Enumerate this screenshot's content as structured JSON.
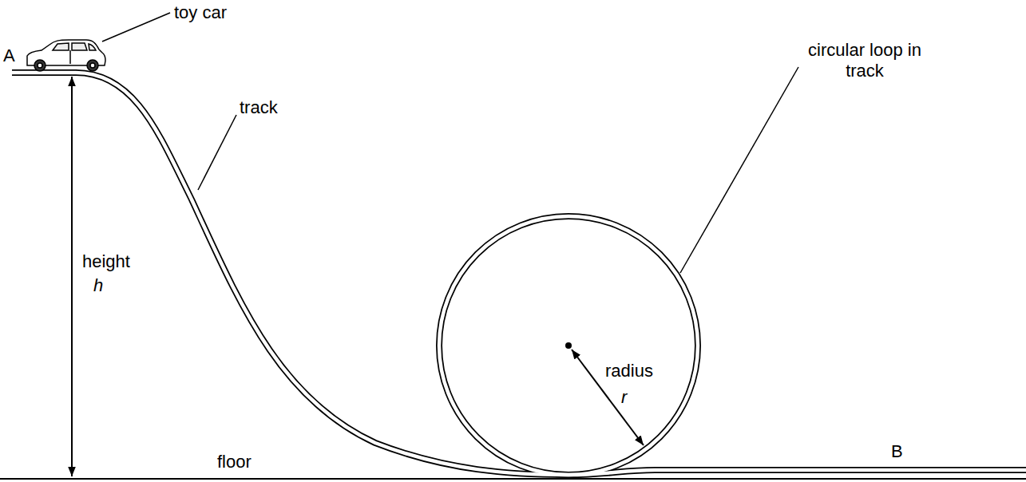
{
  "diagram": {
    "labels": [
      "toy car",
      "A",
      "track",
      "circular loop in track",
      "height",
      "h",
      "radius",
      "r",
      "B",
      "floor"
    ]
  }
}
